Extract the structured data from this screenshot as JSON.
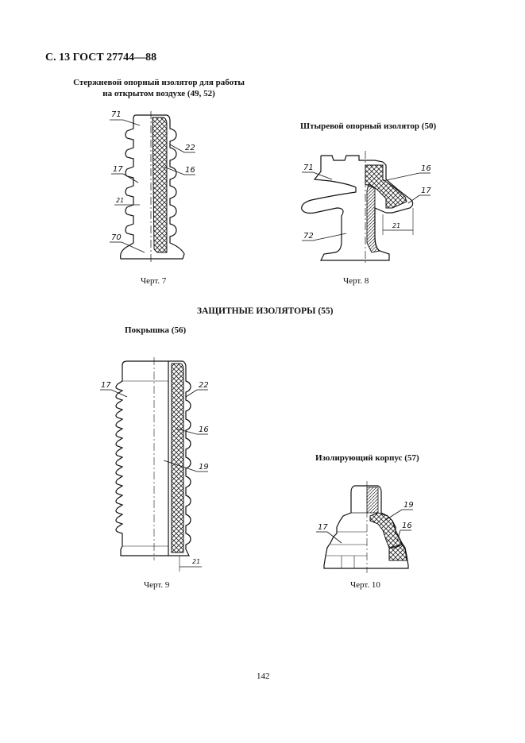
{
  "header": {
    "text": "С. 13 ГОСТ 27744—88"
  },
  "fig7": {
    "caption_line1": "Стержневой опорный изолятор для работы",
    "caption_line2": "на открытом воздухе (49, 52)",
    "label": "Черт. 7",
    "callouts": {
      "c71": "71",
      "c22": "22",
      "c16": "16",
      "c17": "17",
      "c21": "21",
      "c70": "70"
    }
  },
  "fig8": {
    "caption": "Штыревой опорный изолятор (50)",
    "label": "Черт. 8",
    "callouts": {
      "c71": "71",
      "c16": "16",
      "c17": "17",
      "c21": "21",
      "c72": "72"
    }
  },
  "section": {
    "title": "ЗАЩИТНЫЕ ИЗОЛЯТОРЫ (55)"
  },
  "fig9": {
    "caption": "Покрышка (56)",
    "label": "Черт. 9",
    "callouts": {
      "c17": "17",
      "c22": "22",
      "c16": "16",
      "c19": "19",
      "c21": "21"
    }
  },
  "fig10": {
    "caption": "Изолирующий корпус (57)",
    "label": "Черт. 10",
    "callouts": {
      "c19": "19",
      "c17": "17",
      "c16": "16"
    }
  },
  "footer": {
    "page_number": "142"
  }
}
